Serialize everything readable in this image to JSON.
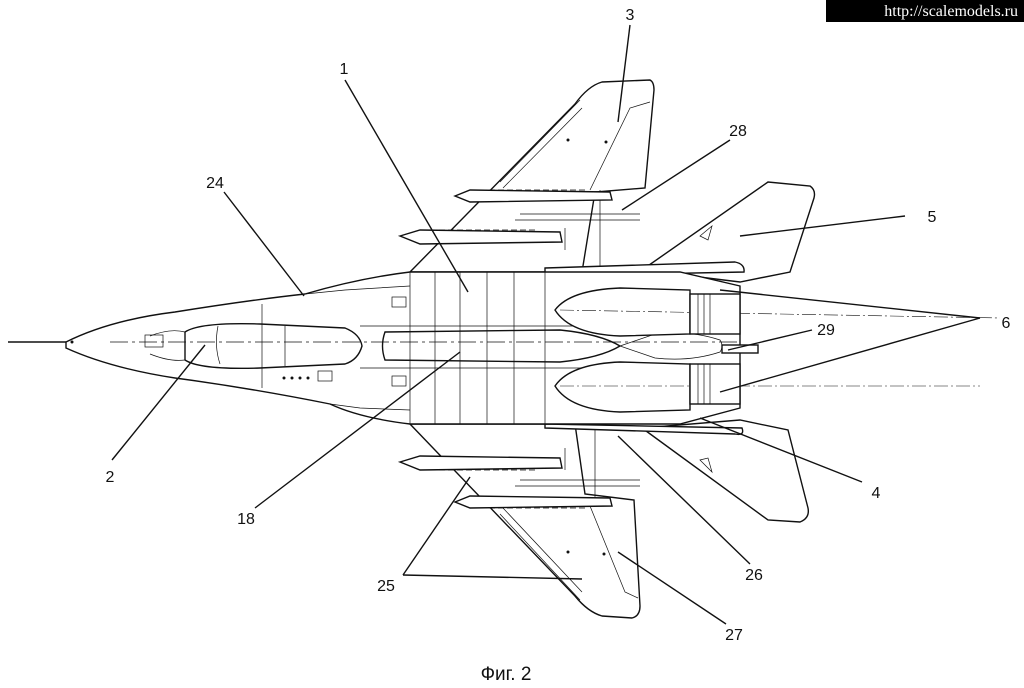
{
  "watermark": "http://scalemodels.ru",
  "caption": "Фиг. 2",
  "callouts": [
    "1",
    "2",
    "3",
    "4",
    "5",
    "6",
    "18",
    "24",
    "25",
    "26",
    "27",
    "28",
    "29"
  ]
}
